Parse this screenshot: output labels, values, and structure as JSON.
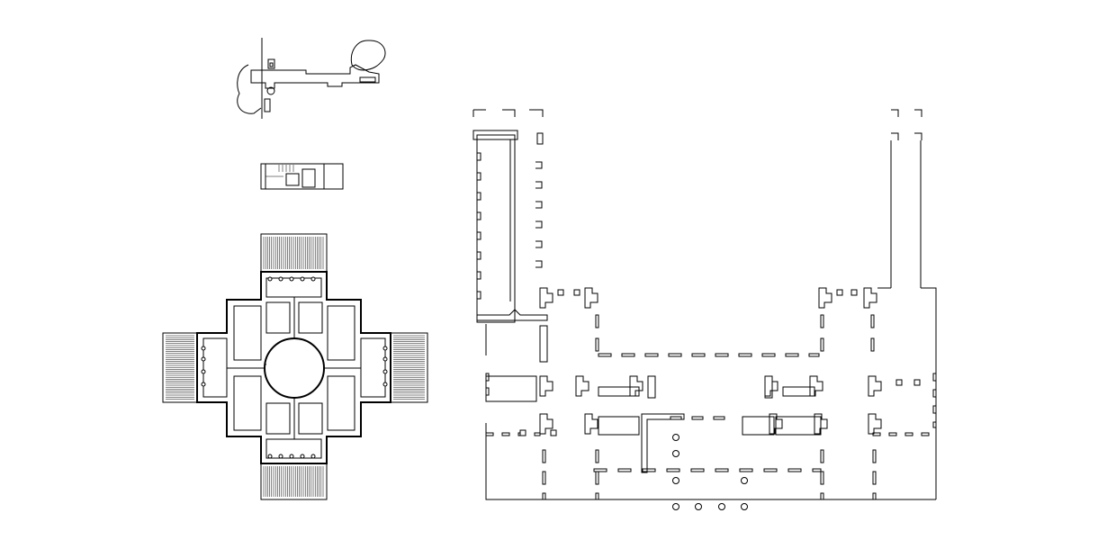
{
  "drawing": {
    "background": "#ffffff",
    "line_color": "#000000",
    "plans": [
      {
        "id": "site-plan-top"
      },
      {
        "id": "small-building-plan"
      },
      {
        "id": "cruciform-villa-plan"
      },
      {
        "id": "large-wing-plan"
      }
    ]
  }
}
